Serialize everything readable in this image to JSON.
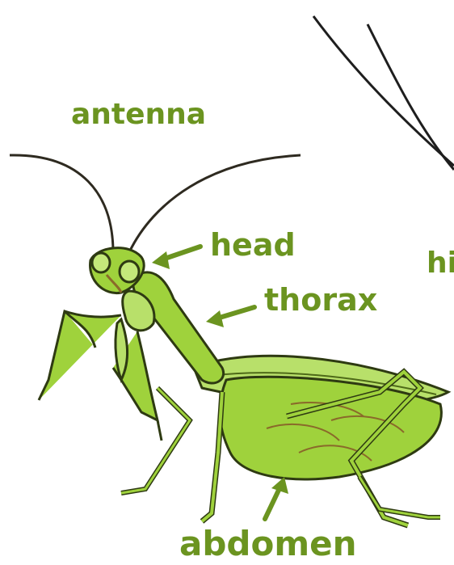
{
  "labels": {
    "antenna": "antenna",
    "head": "head",
    "thorax": "thorax",
    "partial_right": "hi",
    "abdomen": "abdomen"
  },
  "colors": {
    "label": "#6b9420",
    "body_fill": "#9fd23c",
    "body_light": "#c4e87a",
    "outline": "#2e3a12",
    "vein": "#8a6a2a"
  }
}
